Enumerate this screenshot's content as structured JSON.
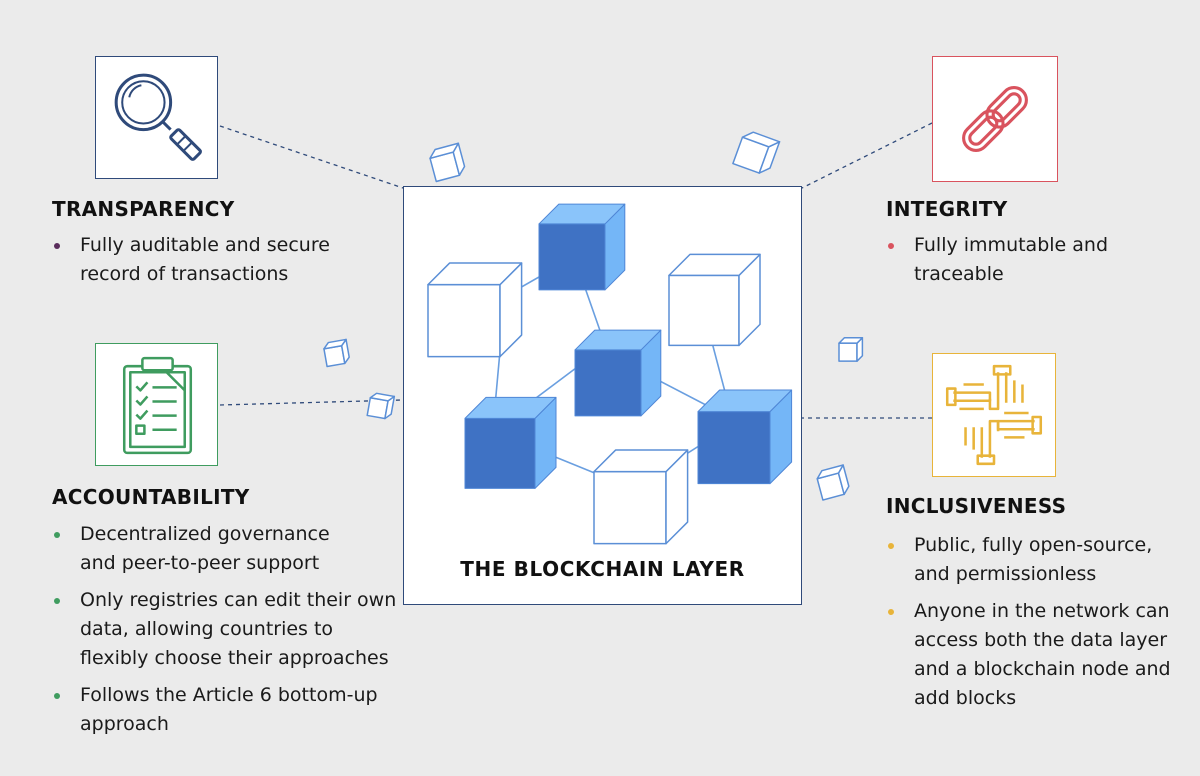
{
  "center": {
    "title": "THE BLOCKCHAIN LAYER"
  },
  "transparency": {
    "title": "TRANSPARENCY",
    "icon": "magnifier-icon",
    "color": "#2f4a7a",
    "bullets": [
      "Fully auditable and secure record of transactions"
    ]
  },
  "accountability": {
    "title": "ACCOUNTABILITY",
    "icon": "clipboard-checklist-icon",
    "color": "#3f9c5f",
    "bullets": [
      "Decentralized governance and peer-to-peer support",
      "Only registries can edit their own data, allowing countries to flexibly choose their approaches",
      "Follows the Article 6 bottom-up approach"
    ]
  },
  "integrity": {
    "title": "INTEGRITY",
    "icon": "chain-link-icon",
    "color": "#d9535e",
    "bullets": [
      "Fully immutable and traceable"
    ]
  },
  "inclusiveness": {
    "title": "INCLUSIVENESS",
    "icon": "joined-hands-icon",
    "color": "#e8b43a",
    "bullets": [
      "Public, fully open-source, and permissionless",
      "Anyone in the network can access both the data layer and a blockchain node and add blocks"
    ]
  },
  "colors": {
    "cube_fill": "#5b9bf0",
    "cube_outline": "#5b8fd6",
    "connector": "#2f4a7a"
  }
}
